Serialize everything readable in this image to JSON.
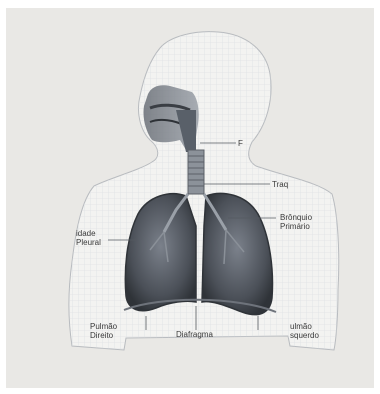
{
  "labels": {
    "faringe": "F",
    "traqueia": "Traq",
    "bronquio_line1": "Brônquio",
    "bronquio_line2": "Primário",
    "cavidade_line1": "idade",
    "cavidade_line2": "Pleural",
    "pulmao_direito_line1": "Pulmão",
    "pulmao_direito_line2": "Direito",
    "diafragma": "Diafragma",
    "pulmao_esquerdo_line1": "ulmão",
    "pulmao_esquerdo_line2": "squerdo"
  },
  "colors": {
    "background": "#e9e8e5",
    "paper": "#f3f3f1",
    "grid": "#d4d8de",
    "lung": "#4a4f57",
    "lung_highlight": "#767c86",
    "outline": "#7b7f86"
  }
}
